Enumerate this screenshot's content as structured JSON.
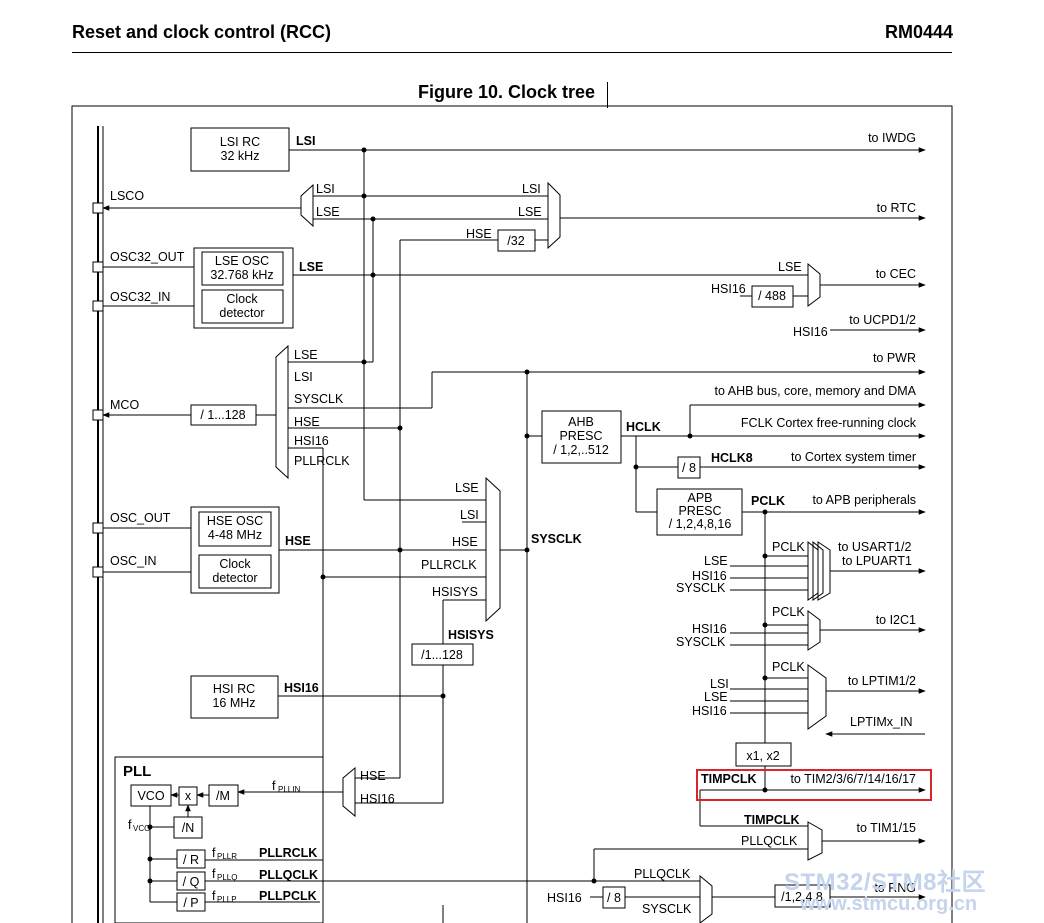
{
  "header": {
    "title": "Reset and clock control (RCC)",
    "ref": "RM0444"
  },
  "figure_title": "Figure 10. Clock tree",
  "blocks": {
    "lsi_rc": [
      "LSI RC",
      "32 kHz"
    ],
    "lse_osc": [
      "LSE OSC",
      "32.768 kHz"
    ],
    "clock_detector_1": [
      "Clock",
      "detector"
    ],
    "hse_osc": [
      "HSE OSC",
      "4-48 MHz"
    ],
    "clock_detector_2": [
      "Clock",
      "detector"
    ],
    "hsi_rc": [
      "HSI RC",
      "16 MHz"
    ],
    "ahb_presc": [
      "AHB",
      "PRESC",
      "/ 1,2,..512"
    ],
    "apb_presc": [
      "APB",
      "PRESC",
      "/ 1,2,4,8,16"
    ],
    "mco_div": "/ 1...128",
    "div32": "/32",
    "div488": "/ 488",
    "div8_hclk8": "/ 8",
    "hsisys_div": "/1...128",
    "x1x2": "x1, x2",
    "vco": "VCO",
    "mult": "x",
    "div_m": "/M",
    "div_n": "/N",
    "div_r": "/ R",
    "div_q": "/ Q",
    "div_p": "/ P",
    "div8_rng": "/ 8",
    "div_rng": "/1,2,4,8"
  },
  "pins": {
    "lsco": "LSCO",
    "osc32_out": "OSC32_OUT",
    "osc32_in": "OSC32_IN",
    "mco": "MCO",
    "osc_out": "OSC_OUT",
    "osc_in": "OSC_IN"
  },
  "signals": {
    "lsi": "LSI",
    "lse": "LSE",
    "hse": "HSE",
    "hsi16": "HSI16",
    "sysclk": "SYSCLK",
    "pllrclk": "PLLRCLK",
    "hsisys": "HSISYS",
    "hclk": "HCLK",
    "hclk8": "HCLK8",
    "pclk": "PCLK",
    "timpclk": "TIMPCLK",
    "pllqclk": "PLLQCLK",
    "pllpclk": "PLLPCLK",
    "pll": "PLL",
    "lptimx_in": "LPTIMx_IN",
    "f_pllin": "f",
    "f_pllin_sub": "PLLIN",
    "f_vco": "f",
    "f_vco_sub": "VCO",
    "f_pllr": "f",
    "f_pllr_sub": "PLLR",
    "f_pllq": "f",
    "f_pllq_sub": "PLLQ",
    "f_pllp": "f",
    "f_pllp_sub": "PLLP"
  },
  "destinations": {
    "iwdg": "to IWDG",
    "rtc": "to RTC",
    "cec": "to CEC",
    "ucpd": "to UCPD1/2",
    "pwr": "to PWR",
    "ahb": "to AHB bus, core, memory and DMA",
    "fclk": "FCLK Cortex free-running clock",
    "systimer": "to Cortex system timer",
    "apb": "to APB peripherals",
    "usart_a": "to USART1/2",
    "usart_b": "to LPUART1",
    "i2c": "to I2C1",
    "lptim": "to LPTIM1/2",
    "tim": "to TIM2/3/6/7/14/16/17",
    "tim1": "to TIM1/15",
    "rng": "to RNG"
  },
  "watermark": {
    "line1": "STM32/STM8社区",
    "line2": "www.stmcu.org.cn"
  },
  "highlight_color": "#d8262c"
}
